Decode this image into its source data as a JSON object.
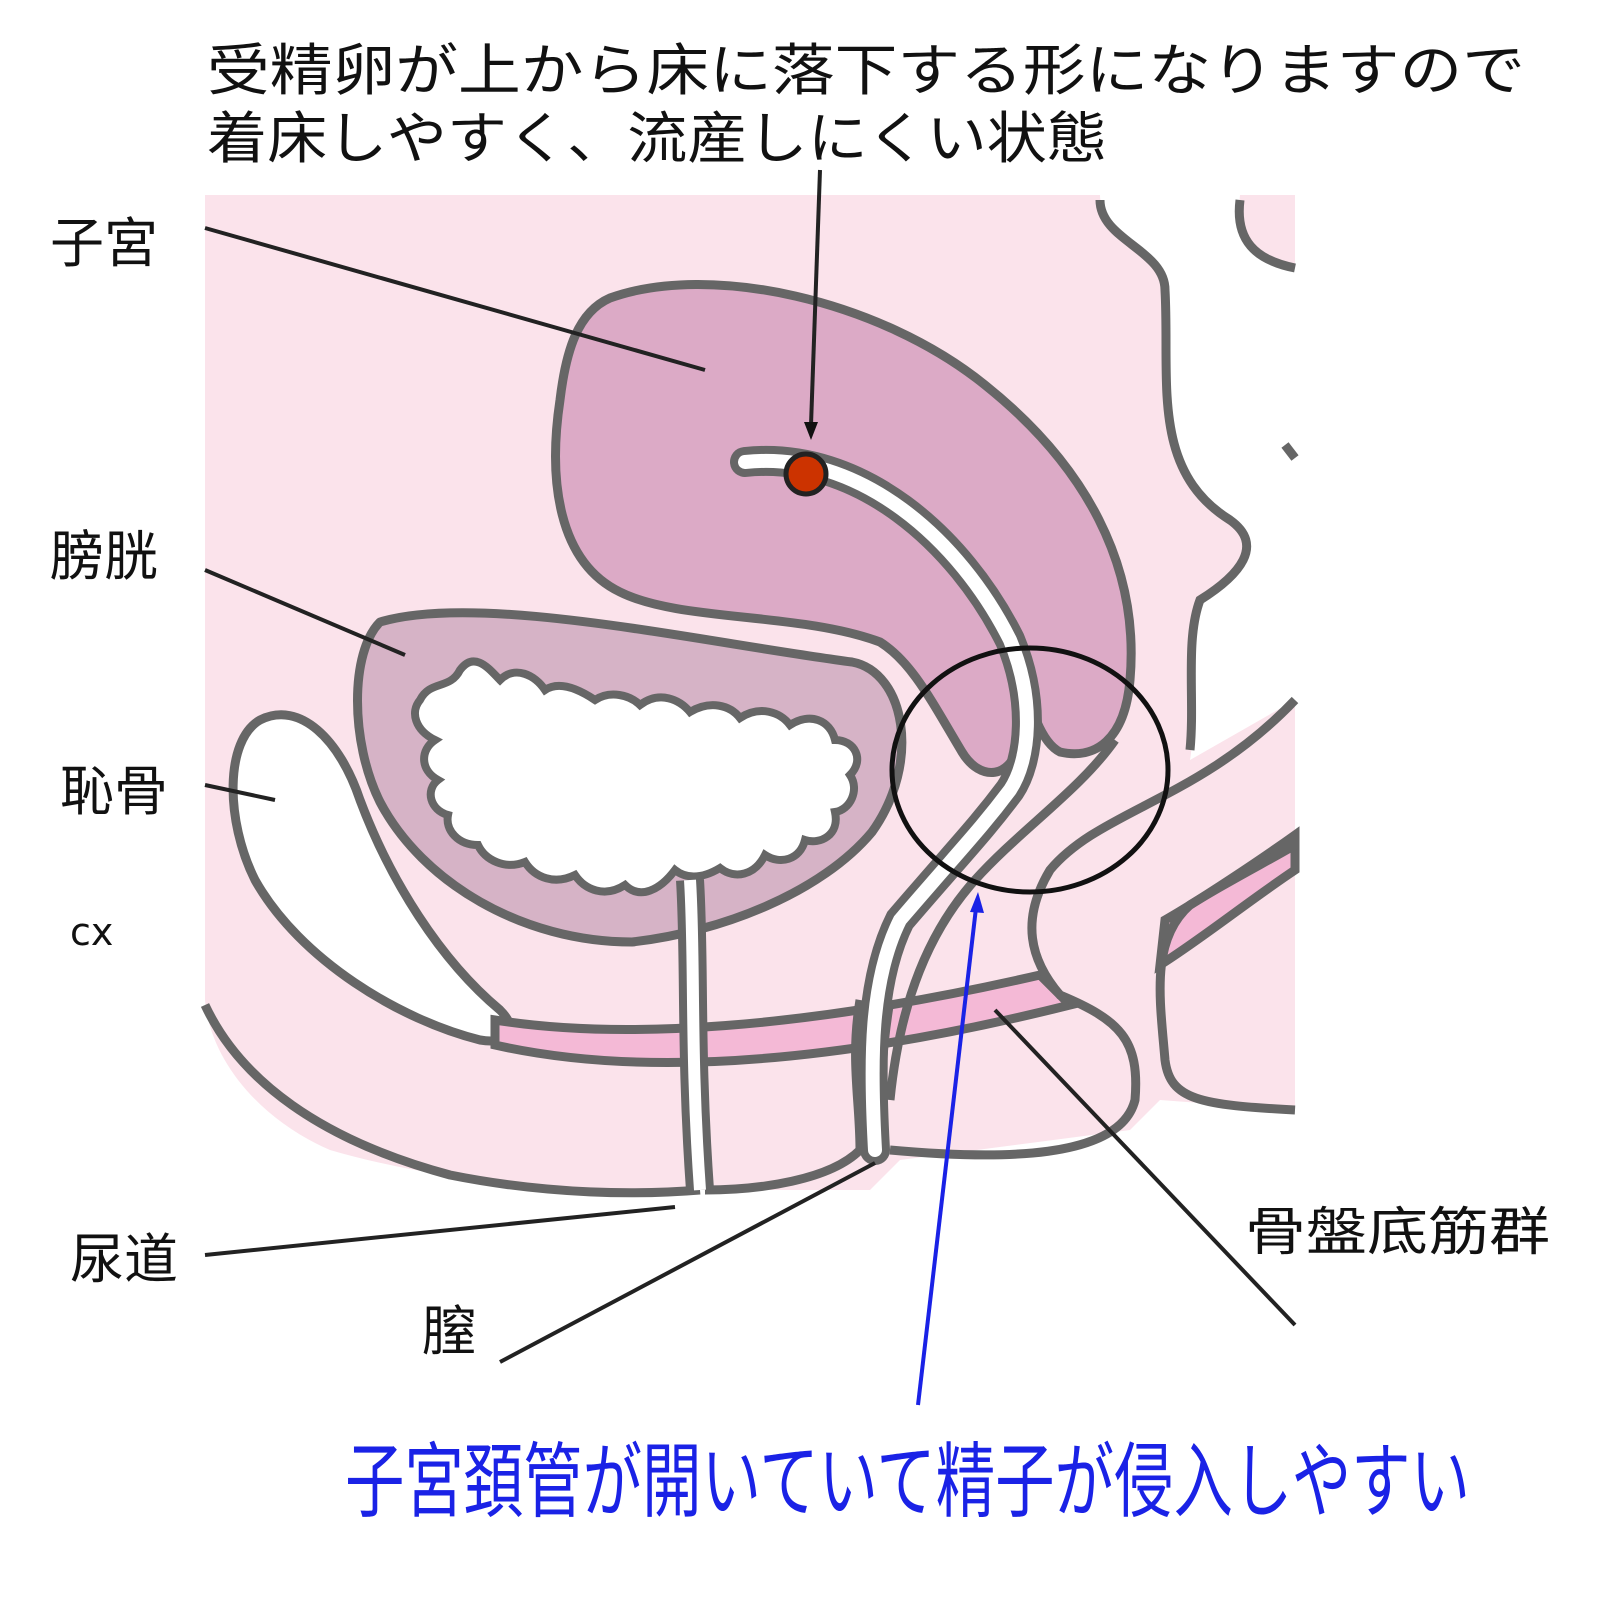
{
  "annotations": {
    "top_line1": "受精卵が上から床に落下する形になりますので",
    "top_line2": "着床しやすく、流産しにくい状態",
    "bottom_note": "子宮頚管が開いていて精子が侵入しやすい"
  },
  "labels": {
    "uterus": "子宮",
    "bladder": "膀胱",
    "pubic_bone": "恥骨",
    "cx": "cx",
    "urethra": "尿道",
    "vagina": "膣",
    "pelvic_floor": "骨盤底筋群"
  },
  "colors": {
    "background_tissue": "#fbe3eb",
    "uterus": "#dcaac6",
    "bladder": "#d6b3c6",
    "pelvic_floor": "#f4b9d6",
    "outline": "#666666",
    "fertilized_egg": "#cc3300",
    "blue_note": "#1a22e6"
  }
}
